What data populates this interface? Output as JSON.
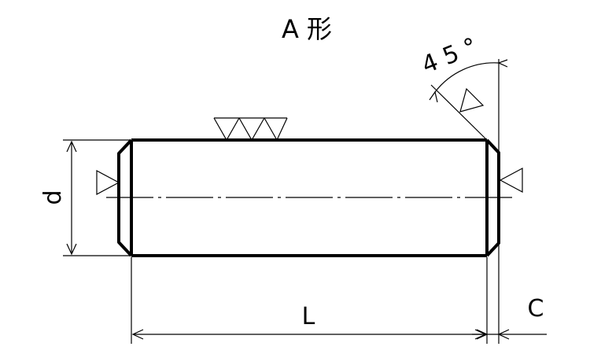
{
  "title": "A 形",
  "labels": {
    "diameter": "d",
    "length": "L",
    "chamfer": "C",
    "angle": "4 5 °"
  },
  "colors": {
    "line": "#000000",
    "background": "#ffffff"
  }
}
